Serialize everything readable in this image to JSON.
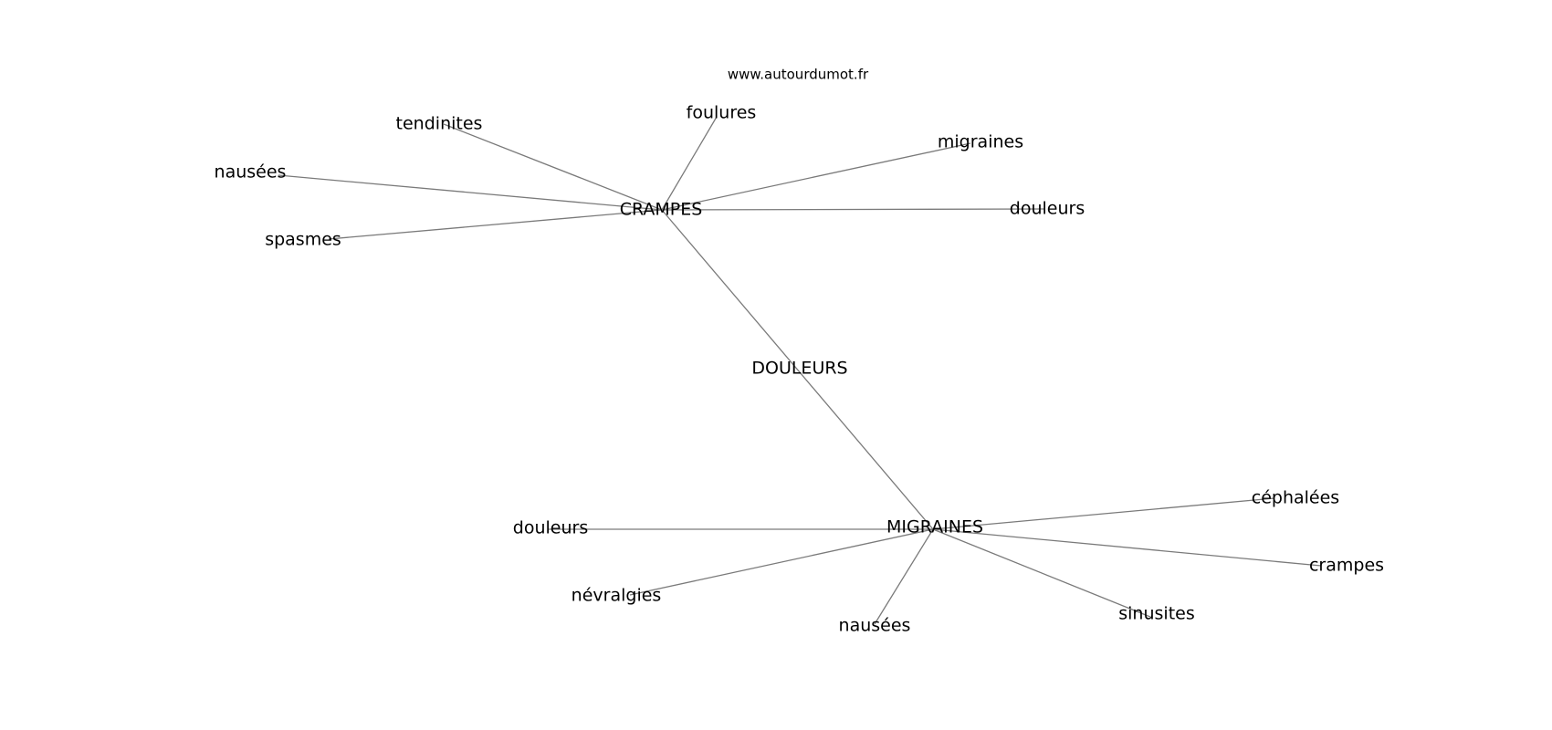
{
  "source_label": "www.autourdumot.fr",
  "center": {
    "id": "center",
    "label": "DOULEURS"
  },
  "hubs": [
    {
      "id": "hub-crampes",
      "label": "CRAMPES",
      "leaves": [
        {
          "id": "crampes-foulures",
          "label": "foulures"
        },
        {
          "id": "crampes-tendinites",
          "label": "tendinites"
        },
        {
          "id": "crampes-migraines",
          "label": "migraines"
        },
        {
          "id": "crampes-nausees",
          "label": "nausées"
        },
        {
          "id": "crampes-douleurs",
          "label": "douleurs"
        },
        {
          "id": "crampes-spasmes",
          "label": "spasmes"
        }
      ]
    },
    {
      "id": "hub-migraines",
      "label": "MIGRAINES",
      "leaves": [
        {
          "id": "migraines-cephalees",
          "label": "céphalées"
        },
        {
          "id": "migraines-douleurs",
          "label": "douleurs"
        },
        {
          "id": "migraines-crampes",
          "label": "crampes"
        },
        {
          "id": "migraines-nevralgies",
          "label": "névralgies"
        },
        {
          "id": "migraines-sinusites",
          "label": "sinusites"
        },
        {
          "id": "migraines-nausees",
          "label": "nausées"
        }
      ]
    }
  ]
}
